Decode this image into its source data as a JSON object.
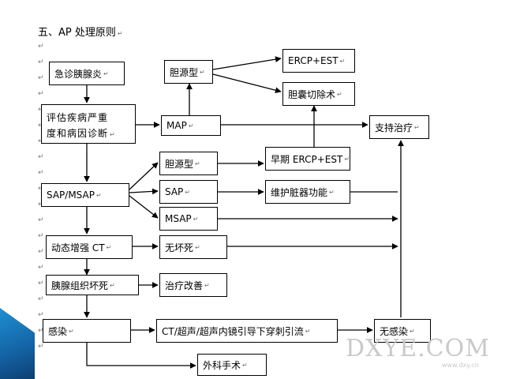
{
  "title": "五、AP 处理原则",
  "para_mark": "↵",
  "nodes": {
    "emergency": "急诊胰腺炎",
    "assess_l1": "评估疾病严重",
    "assess_l2": "度和病因诊断",
    "map": "MAP",
    "biliary_top": "胆源型",
    "ercp_top": "ERCP+EST",
    "cholecystectomy": "胆囊切除术",
    "support": "支持治疗",
    "sap_msap": "SAP/MSAP",
    "biliary_mid": "胆源型",
    "early_ercp": "早期 ERCP+EST",
    "sap": "SAP",
    "organ": "维护脏器功能",
    "msap": "MSAP",
    "ct": "动态增强 CT",
    "no_necrosis": "无坏死",
    "necrosis": "胰腺组织坏死",
    "improve": "治疗改善",
    "infection": "感染",
    "drainage": "CT/超声/超声内镜引导下穿刺引流",
    "no_infection": "无感染",
    "surgery": "外科手术"
  },
  "watermark": {
    "logo": "DXYE.COM",
    "sub": "www.dxy.cn"
  }
}
